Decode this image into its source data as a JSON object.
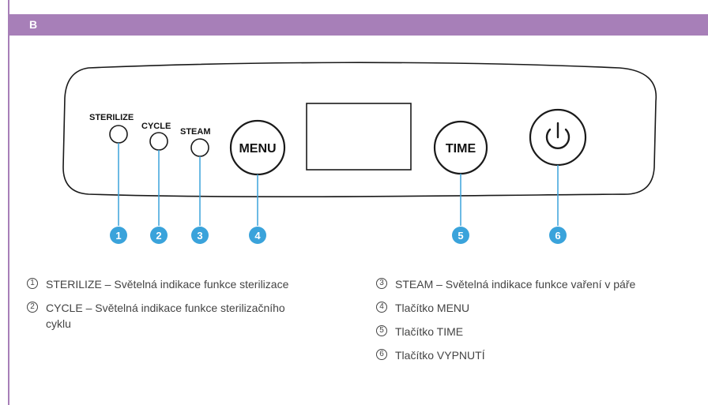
{
  "header": {
    "section_letter": "B"
  },
  "colors": {
    "accent": "#a77fb8",
    "callout": "#3aa3db"
  },
  "controls": {
    "sterilize_label": "STERILIZE",
    "cycle_label": "CYCLE",
    "steam_label": "STEAM",
    "menu_label": "MENU",
    "time_label": "TIME",
    "power_icon": "power-icon"
  },
  "callouts": [
    "1",
    "2",
    "3",
    "4",
    "5",
    "6"
  ],
  "legend": {
    "left": [
      {
        "num": "1",
        "text": "STERILIZE – Světelná indikace funkce sterilizace"
      },
      {
        "num": "2",
        "text": "CYCLE – Světelná indikace funkce sterilizačního cyklu"
      }
    ],
    "right": [
      {
        "num": "3",
        "text": "STEAM – Světelná indikace funkce vaření v páře"
      },
      {
        "num": "4",
        "text": "Tlačítko MENU"
      },
      {
        "num": "5",
        "text": "Tlačítko TIME"
      },
      {
        "num": "6",
        "text": "Tlačítko VYPNUTÍ"
      }
    ]
  }
}
